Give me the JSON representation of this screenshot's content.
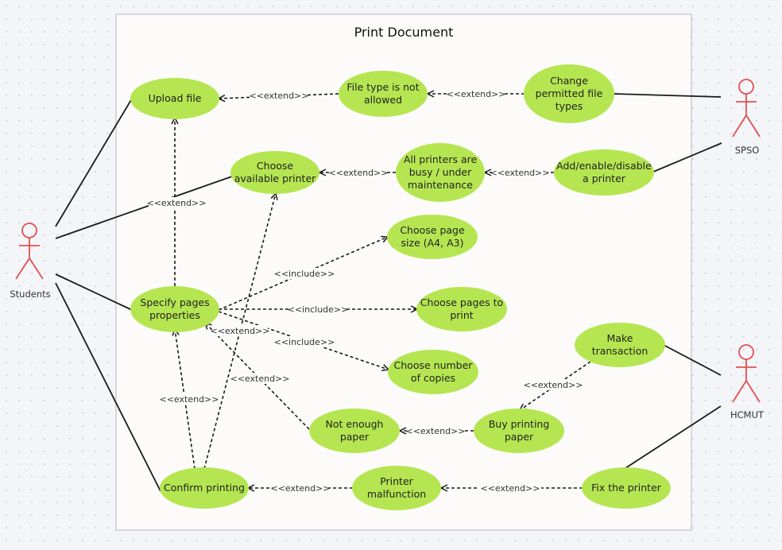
{
  "diagram": {
    "title": "Print Document",
    "colors": {
      "usecase_fill": "#b5e651",
      "actor_stroke": "#e2504f",
      "line": "#1a1a1a",
      "boundary": "#cccccc",
      "boundary_fill": "#fcfbf9"
    },
    "actors": {
      "students": "Students",
      "spso": "SPSO",
      "hcmut": "HCMUT"
    },
    "usecases": {
      "upload_file": [
        "Upload file"
      ],
      "file_type_not_allowed": [
        "File type is not",
        "allowed"
      ],
      "change_permitted": [
        "Change",
        "permitted file",
        "types"
      ],
      "choose_printer": [
        "Choose",
        "available printer"
      ],
      "all_printers_busy": [
        "All printers are",
        "busy / under",
        "maintenance"
      ],
      "add_enable_disable": [
        "Add/enable/disable",
        "a printer"
      ],
      "choose_page_size": [
        "Choose page",
        "size (A4, A3)"
      ],
      "specify_pages": [
        "Specify pages",
        "properties"
      ],
      "choose_pages_print": [
        "Choose pages to",
        "print"
      ],
      "make_transaction": [
        "Make",
        "transaction"
      ],
      "choose_copies": [
        "Choose number",
        "of copies"
      ],
      "not_enough_paper": [
        "Not enough",
        "paper"
      ],
      "buy_paper": [
        "Buy printing",
        "paper"
      ],
      "confirm_printing": [
        "Confirm printing"
      ],
      "printer_malfunction": [
        "Printer",
        "malfunction"
      ],
      "fix_printer": [
        "Fix the printer"
      ]
    },
    "relation_labels": {
      "extend": "<<extend>>",
      "include": "<<include>>"
    }
  }
}
